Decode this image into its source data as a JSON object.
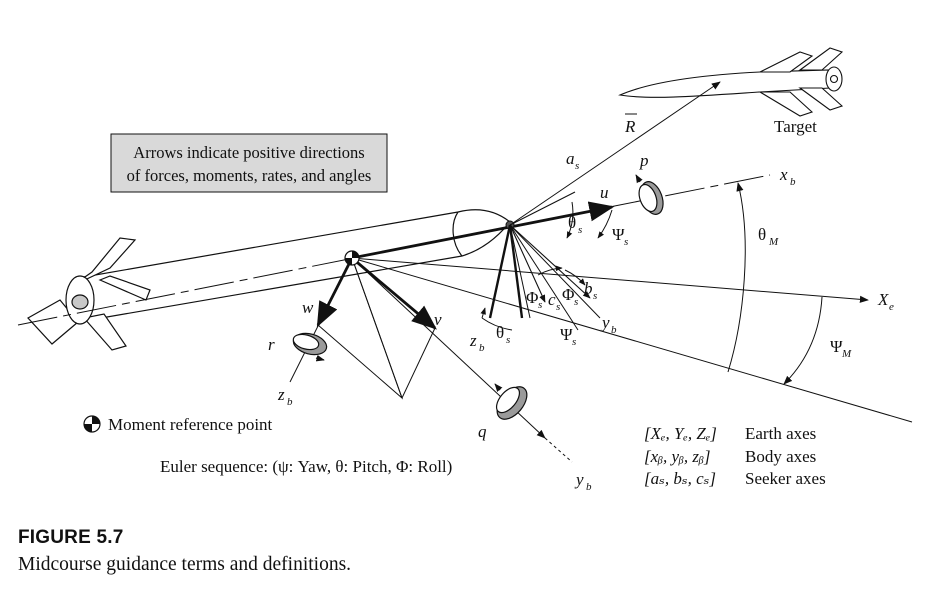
{
  "note_box": {
    "line1": "Arrows indicate positive directions",
    "line2": "of forces, moments, rates, and angles"
  },
  "target_label": "Target",
  "range_vector": "R",
  "axes": {
    "seeker_a": "a",
    "seeker_b": "b",
    "seeker_c": "c",
    "seeker_sub": "s",
    "body_x": "x",
    "body_y": "y",
    "body_z": "z",
    "body_sub": "b",
    "earth_x": "X",
    "earth_sub": "e"
  },
  "rates": {
    "p": "p",
    "q": "q",
    "r": "r"
  },
  "velocities": {
    "u": "u",
    "v": "v",
    "w": "w"
  },
  "angles": {
    "theta": "θ",
    "psi": "Ψ",
    "phi": "Φ",
    "seeker_sub": "s",
    "missile_sub": "M"
  },
  "legend_moment": "Moment reference point",
  "euler_sequence": "Euler sequence: (ψ: Yaw, θ: Pitch, Φ: Roll)",
  "axes_legend": [
    {
      "set": "[Xₑ, Yₑ, Zₑ]",
      "name": "Earth axes"
    },
    {
      "set": "[xᵦ, yᵦ, zᵦ]",
      "name": "Body axes"
    },
    {
      "set": "[aₛ, bₛ, cₛ]",
      "name": "Seeker axes"
    }
  ],
  "figure_number": "FIGURE 5.7",
  "figure_caption": "Midcourse guidance terms and definitions."
}
